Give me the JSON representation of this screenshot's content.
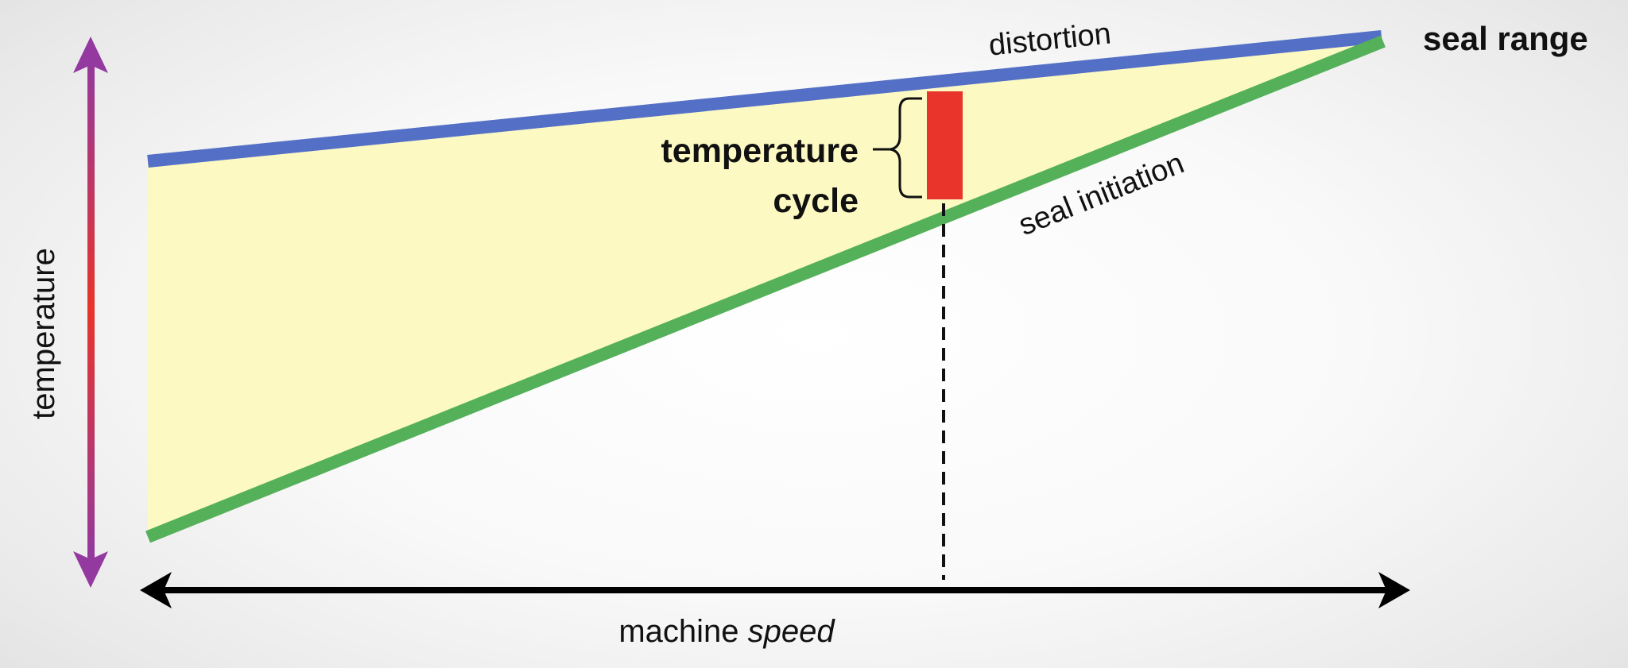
{
  "labels": {
    "distortion": "distortion",
    "seal_range": "seal range",
    "temperature_cycle_line1": "temperature",
    "temperature_cycle_line2": "cycle",
    "seal_initiation": "seal initiation",
    "temperature_axis": "temperature",
    "machine_axis_prefix": "machine",
    "machine_axis_emphasis": "speed"
  },
  "colors": {
    "distortion_line": "#5470c6",
    "seal_initiation_line": "#55b05a",
    "seal_window_fill": "#fcf9c3",
    "temperature_cycle_bar": "#e8342a",
    "speed_axis": "#000000",
    "temperature_axis_top": "#93399f",
    "temperature_axis_mid": "#e8342a",
    "temperature_axis_bottom": "#93399f"
  }
}
